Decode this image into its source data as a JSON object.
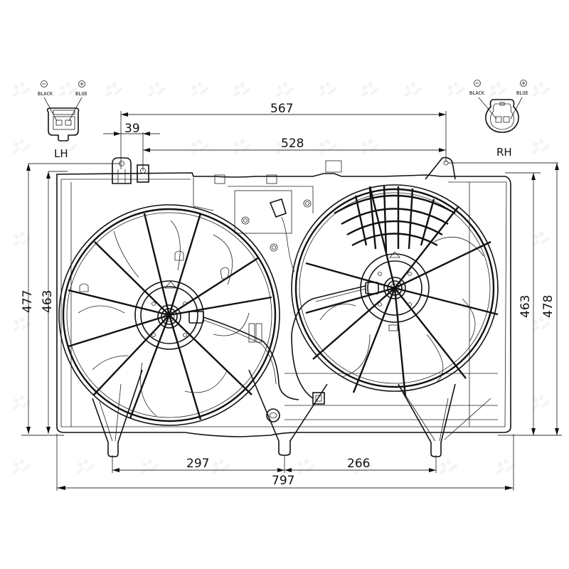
{
  "drawing": {
    "subject": "Dual radiator cooling fan assembly",
    "watermark": "NRF"
  },
  "connectors": {
    "left": {
      "label": "LH",
      "pins": [
        {
          "symbol": "⊖",
          "wire": "BLACK",
          "polarity": "negative"
        },
        {
          "symbol": "⊕",
          "wire": "BLUE",
          "polarity": "positive"
        }
      ]
    },
    "right": {
      "label": "RH",
      "pins": [
        {
          "symbol": "⊖",
          "wire": "BLACK",
          "polarity": "negative"
        },
        {
          "symbol": "⊕",
          "wire": "BLUE",
          "polarity": "positive"
        }
      ]
    }
  },
  "dimensions": {
    "top_mount_span": "567",
    "top_offset": "39",
    "top_inner_span": "528",
    "left_overall_height": "477",
    "left_frame_height": "463",
    "right_frame_height": "463",
    "right_overall_height": "478",
    "bottom_left_span": "297",
    "bottom_right_span": "266",
    "overall_width": "797"
  },
  "colors": {
    "line": "#111111",
    "background": "#ffffff",
    "watermark": "#ececec"
  }
}
